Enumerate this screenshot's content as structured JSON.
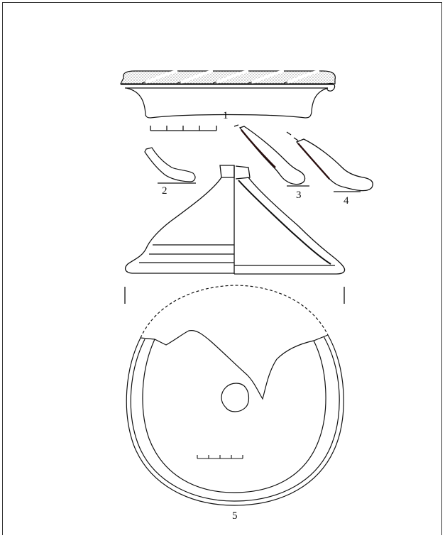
{
  "figure": {
    "labels": {
      "one": "1",
      "two": "2",
      "three": "3",
      "four": "4",
      "five": "5"
    }
  }
}
